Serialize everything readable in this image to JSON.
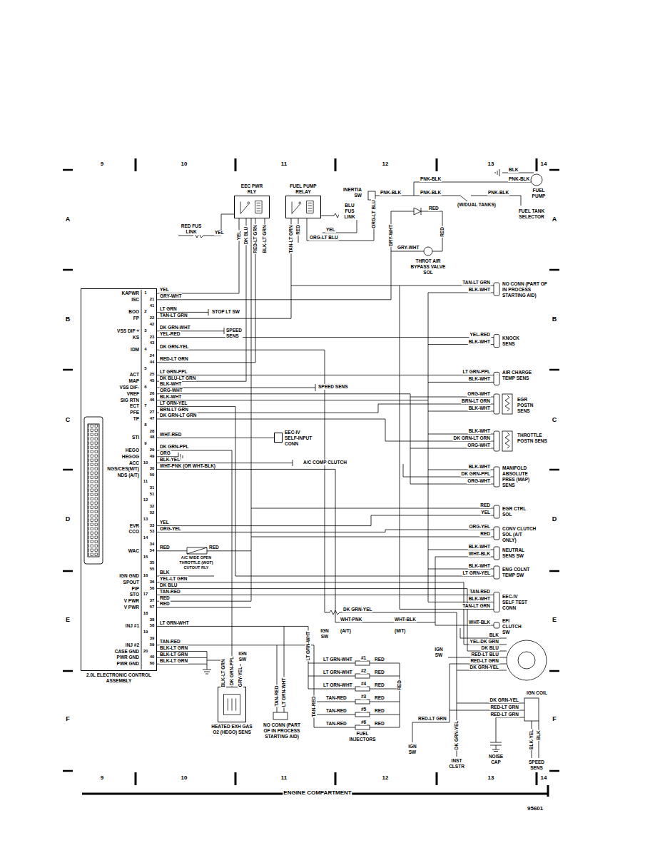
{
  "diagram": {
    "nodes": [
      {
        "text": [
          "EEC PWR RLY"
        ]
      },
      {
        "text": [
          "FUEL PUMP RELAY"
        ]
      },
      {
        "text": [
          "2.0L ELECTRONIC CONTROL ASSEMBLY"
        ]
      },
      {
        "text": [
          "EEC-IV SELF-INPUT CONN"
        ]
      },
      {
        "text": [
          "HEATED EXH GAS O2 (HEGO) SENS"
        ]
      }
    ],
    "edges": [
      {
        "from": 2,
        "to": 0,
        "arrow": "none"
      },
      {
        "from": 2,
        "to": 1,
        "arrow": "none"
      },
      {
        "from": 2,
        "to": 3,
        "arrow": "none"
      },
      {
        "from": 2,
        "to": 4,
        "arrow": "none"
      }
    ],
    "labels": [
      "9",
      "10",
      "11",
      "12",
      "13",
      "14",
      "9",
      "10",
      "11",
      "12",
      "13",
      "14",
      "A",
      "B",
      "C",
      "D",
      "E",
      "F",
      "A",
      "B",
      "C",
      "D",
      "E",
      "F",
      "1",
      "21",
      "41",
      "2",
      "22",
      "42",
      "3",
      "23",
      "43",
      "4",
      "24",
      "44",
      "5",
      "25",
      "45",
      "6",
      "26",
      "46",
      "7",
      "27",
      "47",
      "8",
      "28",
      "48",
      "9",
      "29",
      "49",
      "10",
      "30",
      "50",
      "11",
      "31",
      "51",
      "12",
      "32",
      "52",
      "13",
      "33",
      "53",
      "14",
      "34",
      "54",
      "15",
      "35",
      "55",
      "16",
      "36",
      "56",
      "17",
      "37",
      "57",
      "18",
      "38",
      "58",
      "19",
      "39",
      "59",
      "20",
      "40",
      "60",
      "KAPWR",
      "ISC",
      "BOO",
      "FP",
      "VSS DIF +",
      "KS",
      "IDM",
      "ACT",
      "MAP",
      "VSS DIF-",
      "VREF",
      "SIG RTN",
      "ECT",
      "PFE",
      "TP",
      "STI",
      "HEGO",
      "HEGOG",
      "ACC",
      "NGS/CES(M/T)",
      "NDS (A/T)",
      "EVR",
      "CCO",
      "WAC",
      "IGN GND",
      "SPOUT",
      "PIP",
      "STO",
      "V PWR",
      "V PWR",
      "INJ #1",
      "INJ #2",
      "CASE GND",
      "PWR GND",
      "PWR GND",
      "YEL",
      "GRY-WHT",
      "LT GRN",
      "TAN-LT GRN",
      "DK GRN-WHT",
      "YEL-RED",
      "DK GRN-YEL",
      "RED-LT GRN",
      "LT GRN-PPL",
      "DK BLU-LT GRN",
      "BLK-WHT",
      "ORG-WHT",
      "BLK-WHT",
      "LT GRN-YEL",
      "BRN-LT GRN",
      "DK GRN-LT GRN",
      "WHT-RED",
      "DK GRN-PPL",
      "ORG",
      "BLK-YEL",
      "WHT-PNK (OR WHT-BLK)",
      "YEL",
      "ORG-YEL",
      "RED",
      "BLK",
      "YEL-LT GRN",
      "DK BLU",
      "TAN-RED",
      "RED",
      "RED",
      "LT GRN-WHT",
      "TAN-RED",
      "BLK-LT GRN",
      "BLK-LT GRN",
      "BLK-LT GRN",
      "INERTIA SW",
      "PNK-BLK",
      "PNK-BLK",
      "PNK-BLK",
      "BLK",
      "PNK-BLK",
      "FUEL PUMP",
      "PNK-BLK",
      "(W/DUAL TANKS)",
      "FUEL TANK SELECTOR",
      "ORG-LT BLU",
      "BLU FUS LINK",
      "YEL",
      "ORG-LT BLU",
      "RED",
      "GRY-WHT",
      "RED",
      "GRY-WHT",
      "THROT AIR BYPASS VALVE SOL",
      "RED FUS LINK",
      "YEL",
      "YEL",
      "DK BLU",
      "RED-LT GRN",
      "BLK-LT GRN",
      "TAN-LT GRN",
      "RED",
      "TAN-LT GRN",
      "BLK-WHT",
      "NO CONN (PART OF IN PROCESS STARTING AID)",
      "YEL-RED",
      "BLK-WHT",
      "KNOCK SENS",
      "LT GRN-PPL",
      "BLK-WHT",
      "AIR CHARGE TEMP SENS",
      "ORG-WHT",
      "BRN-LT GRN",
      "BLK-WHT",
      "EGR POSTN SENS",
      "BLK-WHT",
      "DK GRN-LT GRN",
      "ORG-WHT",
      "THROTTLE POSTN SENS",
      "BLK-WHT",
      "DK GRN-PPL",
      "ORG-WHT",
      "MANIFOLD ABSOLUTE PRES (MAP) SENS",
      "RED",
      "YEL",
      "EGR CTRL SOL",
      "ORG-YEL",
      "RED",
      "CONV CLUTCH SOL (A/T ONLY)",
      "BLK-WHT",
      "WHT-BLK",
      "NEUTRAL SENS SW",
      "BLK-WHT",
      "LT GRN-YEL",
      "ENG COLNT TEMP SW",
      "TAN-RED",
      "BLK-WHT",
      "TAN-LT GRN",
      "EEC-IV SELF TEST CONN",
      "WHT-BLK",
      "EFI CLUTCH SW",
      "BLK",
      "YEL-DK GRN",
      "DK BLU",
      "RED-LT BLU",
      "RED-LT GRN",
      "DK GRN-YEL",
      "IGN SW",
      "IGN COIL",
      "DK GRN-YEL",
      "RED-LT GRN",
      "RED-LT GRN",
      "BLK-YEL",
      "BLK",
      "NOISE CAP",
      "SPEED SENS",
      "RED-LT GRN",
      "IGN SW",
      "DK GRN-YEL",
      "INST CLSTR",
      "#1",
      "LT GRN-WHT",
      "RED",
      "#2",
      "LT GRN-WHT",
      "RED",
      "#4",
      "LT GRN-WHT",
      "RED",
      "#3",
      "TAN-RED",
      "RED",
      "#5",
      "TAN-RED",
      "RED",
      "#6",
      "TAN-RED",
      "RED",
      "FUEL INJECTORS",
      "LT GRN-WHT",
      "TAN-RED",
      "RED",
      "DK GRN-YEL",
      "WHT-PNK",
      "IGN SW",
      "(A/T)",
      "WHT-BLK",
      "(M/T)",
      "IGN SW",
      "BLK-LT GRN",
      "DK GRN-PPL",
      "GRY-YEL",
      "TAN-RED",
      "LT GRN-WHT",
      "NO CONN (PART OF IN PROCESS STARTING AID)",
      "STOP LT SW",
      "SPEED SENS",
      "SPEED SENS",
      "A/C COMP CLUTCH",
      "A/C WIDE OPEN THROTTLE (WOT) CUTOUT RLY",
      "RED",
      "ENGINE COMPARTMENT",
      "95601"
    ]
  }
}
